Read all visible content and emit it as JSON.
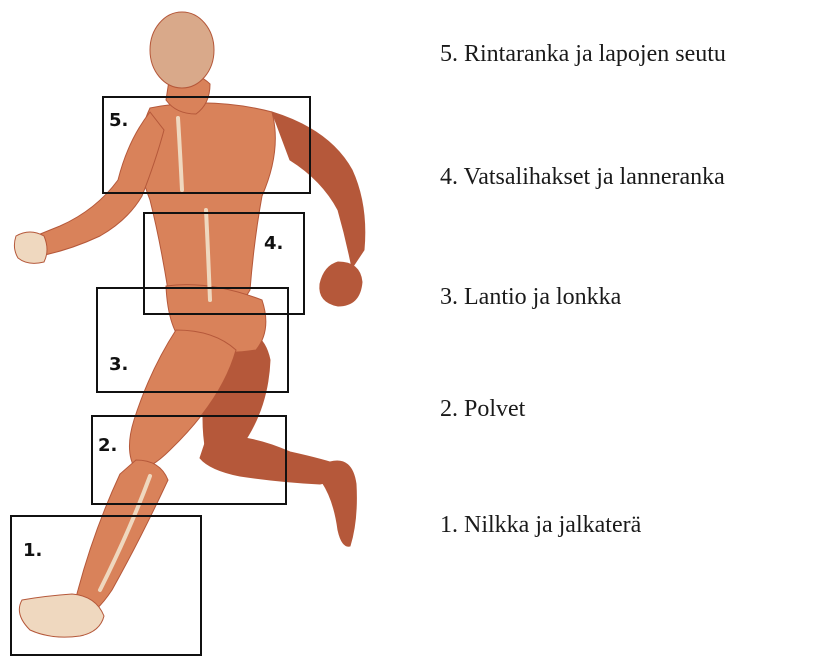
{
  "figure": {
    "colors": {
      "muscle": "#d9825a",
      "muscle_dark": "#b5583a",
      "tendon": "#efd8bf",
      "skin_head": "#d9a98a",
      "box": "#111111"
    },
    "zones": [
      {
        "id": 5,
        "marker": "5."
      },
      {
        "id": 4,
        "marker": "4."
      },
      {
        "id": 3,
        "marker": "3."
      },
      {
        "id": 2,
        "marker": "2."
      },
      {
        "id": 1,
        "marker": "1."
      }
    ]
  },
  "legend": {
    "items": [
      {
        "id": 5,
        "text": "5. Rintaranka ja lapojen seutu"
      },
      {
        "id": 4,
        "text": "4. Vatsalihakset ja lanneranka"
      },
      {
        "id": 3,
        "text": "3. Lantio ja lonkka"
      },
      {
        "id": 2,
        "text": "2. Polvet"
      },
      {
        "id": 1,
        "text": "1. Nilkka ja jalkaterä"
      }
    ]
  }
}
